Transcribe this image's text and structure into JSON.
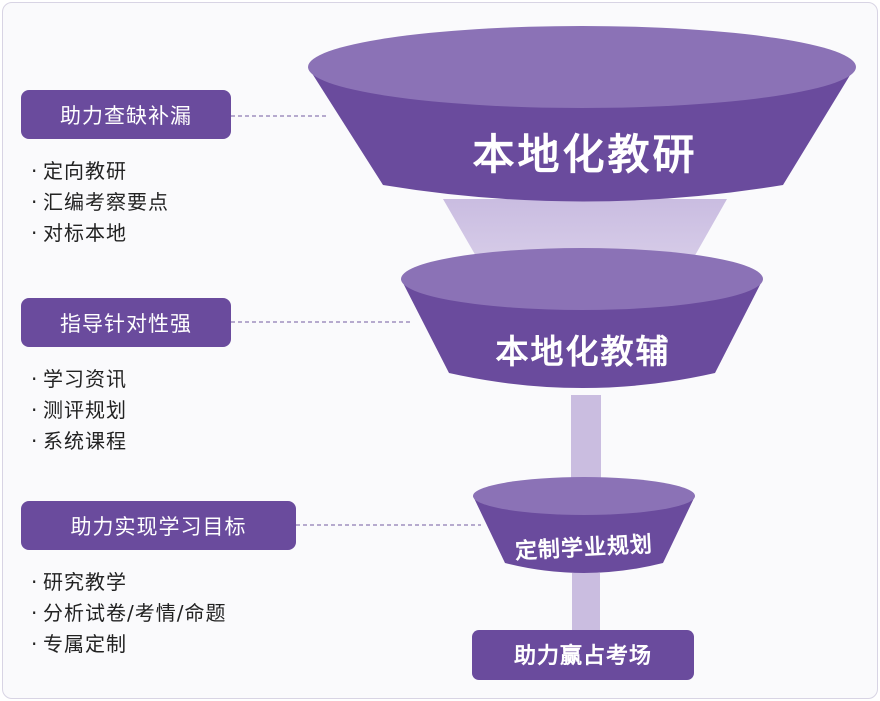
{
  "left": {
    "sections": [
      {
        "pill": "助力查缺补漏",
        "bullets": [
          "定向教研",
          "汇编考察要点",
          "对标本地"
        ]
      },
      {
        "pill": "指导针对性强",
        "bullets": [
          "学习资讯",
          "测评规划",
          "系统课程"
        ]
      },
      {
        "pill": "助力实现学习目标",
        "bullets": [
          "研究教学",
          "分析试卷/考情/命题",
          "专属定制"
        ]
      }
    ],
    "bullet_mark": "·"
  },
  "funnel": {
    "tier1": "本地化教研",
    "tier2": "本地化教辅",
    "tier3": "定制学业规划",
    "bottom": "助力赢占考场"
  },
  "colors": {
    "primary": "#6a4b9d",
    "top_ellipse": "#8b72b6",
    "stem": "#c9bcdf",
    "connector": "#8d7bb3"
  }
}
